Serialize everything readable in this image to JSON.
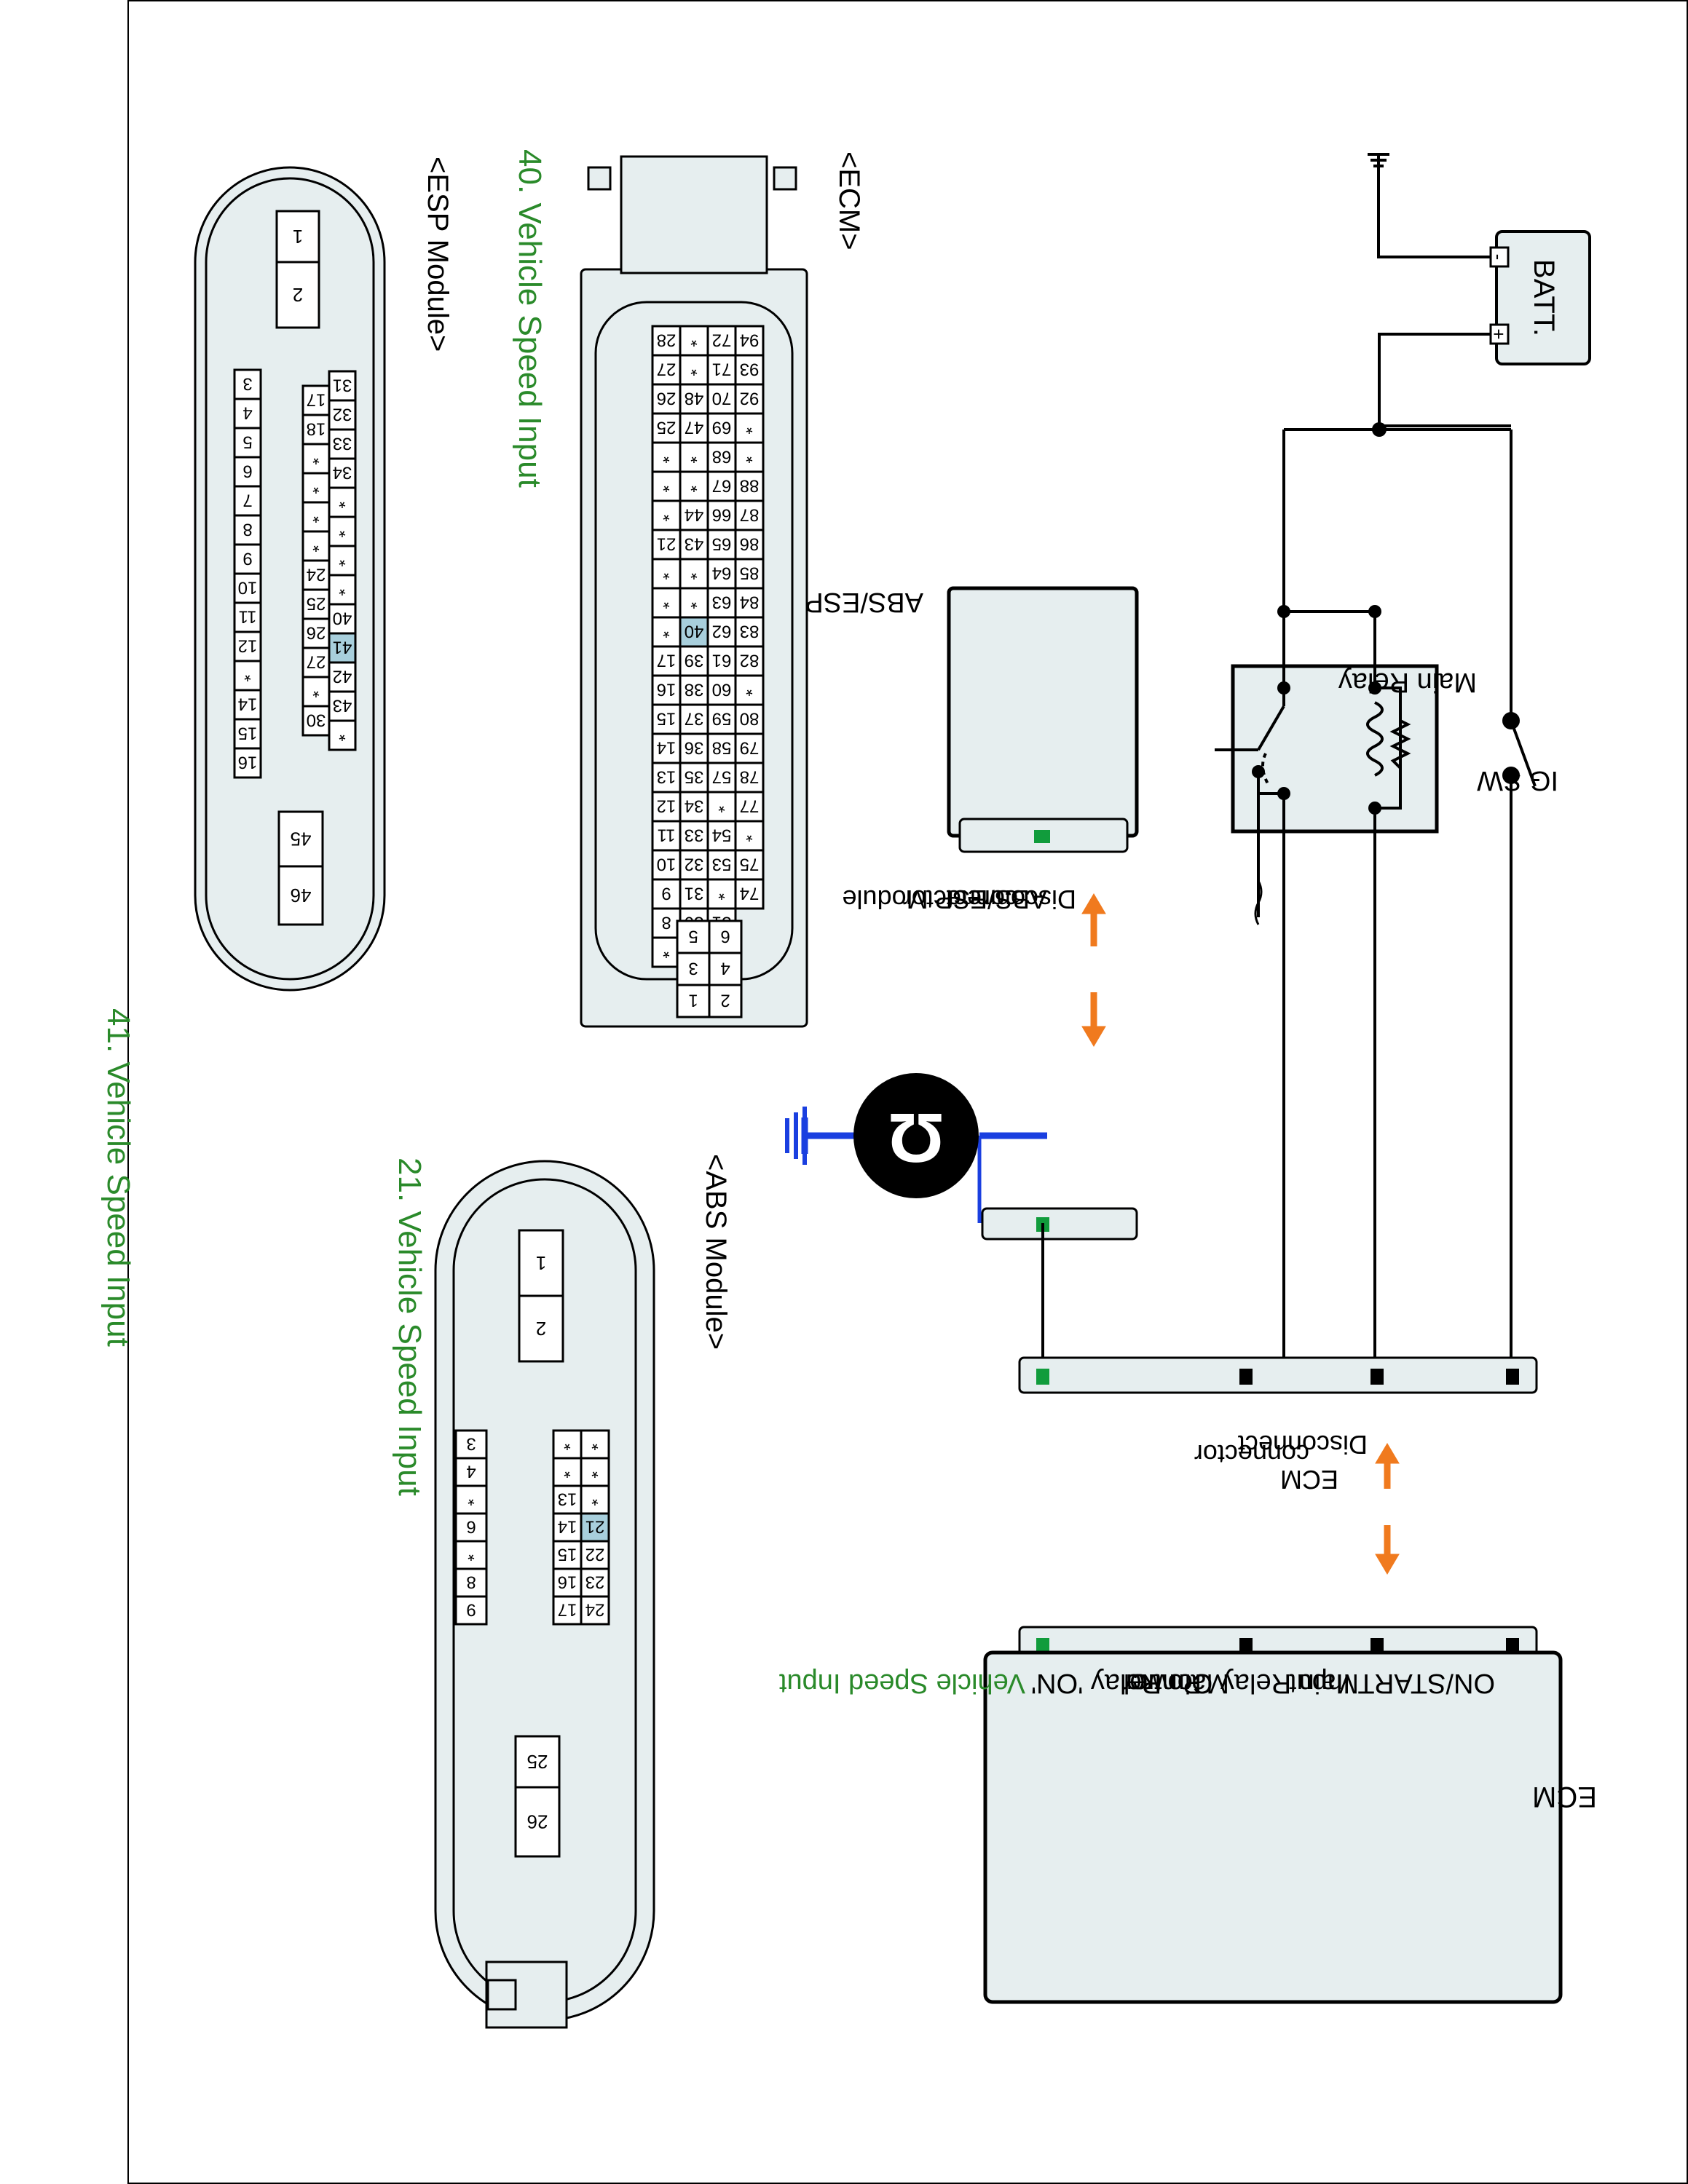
{
  "colors": {
    "green": "#2a8a2a",
    "orange": "#f07a1e",
    "blue": "#1a3fe0",
    "pin_highlight": "#a8cfdc",
    "panel_fill": "#e6eeef",
    "connector_green": "#119c3c"
  },
  "circuit": {
    "batt_label": "BATT.",
    "batt_minus": "-",
    "batt_plus": "+",
    "ig_sw_label": "IG SW",
    "main_relay_label": "Main Relay",
    "abs_esp_module_label": "ABS/ESP Module",
    "disconnect_abs_lines": [
      "Disconnect",
      "ABS/ESP Module",
      "connector"
    ],
    "disconnect_ecm_lines": [
      "Disconnect",
      "ECM",
      "connector"
    ],
    "ohmmeter_symbol": "Ω",
    "ecm_box": {
      "title": "ECM",
      "on_start_input": "ON/START Input",
      "main_relay_control": "Main Relay Control",
      "main_relay_on_power_lines": [
        "Main Relay 'ON'",
        "Power"
      ],
      "vehicle_speed_input": "Vehicle Speed Input"
    }
  },
  "connectors": {
    "ecm": {
      "title": "<ECM>",
      "caption": "40. Vehicle Speed Input",
      "rows": [
        [
          "94",
          "93",
          "92",
          "*",
          "*",
          "88",
          "87",
          "86",
          "85",
          "84",
          "83",
          "82",
          "*",
          "80",
          "79",
          "78",
          "77",
          "*",
          "75",
          "74"
        ],
        [
          "72",
          "71",
          "70",
          "69",
          "68",
          "67",
          "66",
          "65",
          "64",
          "63",
          "62",
          "61",
          "60",
          "59",
          "58",
          "57",
          "*",
          "54",
          "53",
          "*",
          "51"
        ],
        [
          "*",
          "*",
          "48",
          "47",
          "*",
          "*",
          "44",
          "43",
          "*",
          "*",
          "40",
          "39",
          "38",
          "37",
          "36",
          "35",
          "34",
          "33",
          "32",
          "31",
          "30",
          "*"
        ],
        [
          "28",
          "27",
          "26",
          "25",
          "*",
          "*",
          "*",
          "21",
          "*",
          "*",
          "*",
          "17",
          "16",
          "15",
          "14",
          "13",
          "12",
          "11",
          "10",
          "9",
          "8",
          "*"
        ]
      ],
      "small_pins": [
        "6",
        "5",
        "4",
        "3",
        "2",
        "1"
      ]
    },
    "esp": {
      "title": "<ESP Module>",
      "caption": "41. Vehicle Speed Input",
      "top_pins": [
        "1",
        "2"
      ],
      "rows": [
        [
          "31",
          "32",
          "33",
          "34",
          "*",
          "*",
          "*",
          "*",
          "40",
          "41",
          "42",
          "43",
          "*"
        ],
        [
          "17",
          "18",
          "*",
          "*",
          "*",
          "*",
          "24",
          "25",
          "26",
          "27",
          "*",
          "30"
        ],
        [
          "3",
          "4",
          "5",
          "6",
          "7",
          "8",
          "9",
          "10",
          "11",
          "12",
          "*",
          "14",
          "15",
          "16"
        ]
      ],
      "bottom_pins": [
        "45",
        "46"
      ]
    },
    "abs": {
      "title": "<ABS Module>",
      "caption": "21. Vehicle Speed Input",
      "top_pins": [
        "1",
        "2"
      ],
      "rows": [
        [
          "*",
          "*",
          "*",
          "21",
          "22",
          "23",
          "24"
        ],
        [
          "*",
          "*",
          "13",
          "14",
          "15",
          "16",
          "17"
        ]
      ],
      "left_col": [
        "3",
        "4",
        "*",
        "6",
        "*",
        "8",
        "9"
      ],
      "bottom_pins": [
        "25",
        "26"
      ]
    }
  }
}
